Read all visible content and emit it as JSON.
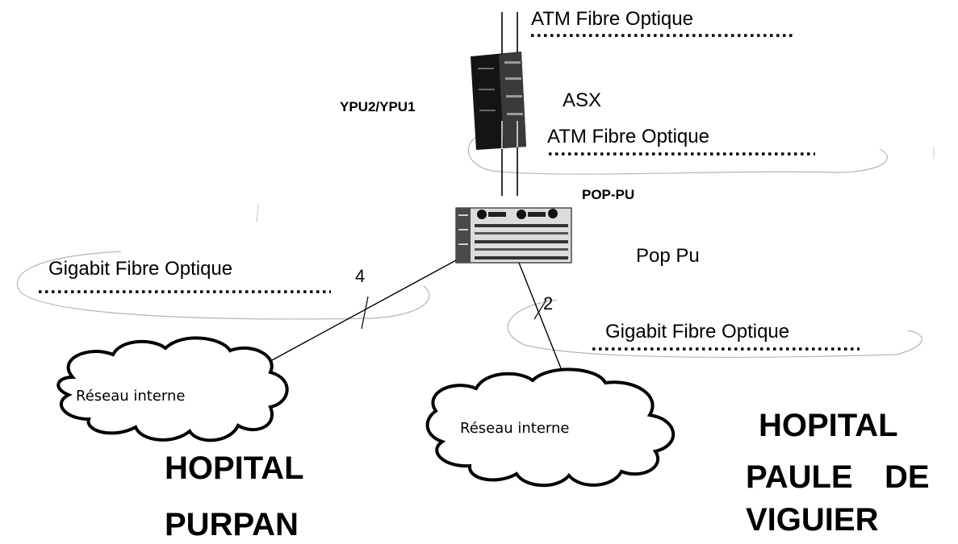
{
  "links": {
    "atm_top": "ATM Fibre Optique",
    "atm_mid": "ATM Fibre Optique",
    "gigabit_left": "Gigabit Fibre Optique",
    "gigabit_right": "Gigabit Fibre Optique",
    "count_left": "4",
    "count_right": "2"
  },
  "devices": {
    "asx": "ASX",
    "ypu": "YPU2/YPU1",
    "pop_caps": "POP-PU",
    "pop": "Pop Pu"
  },
  "clouds": {
    "left": "Réseau interne",
    "right": "Réseau interne"
  },
  "hospitals": {
    "purpan_line1": "HOPITAL",
    "purpan_line2": "PURPAN",
    "paule_line1": "HOPITAL",
    "paule_line2a": "PAULE",
    "paule_line2b": "DE",
    "paule_line3": "VIGUIER"
  }
}
